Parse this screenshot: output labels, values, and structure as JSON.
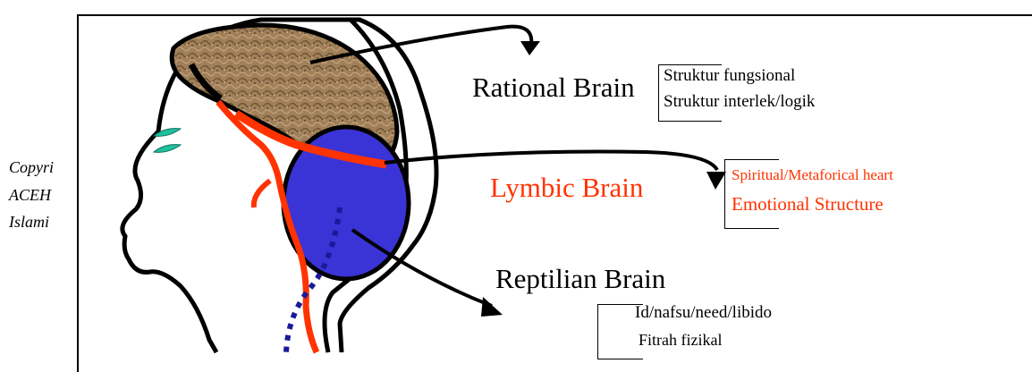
{
  "copyright": {
    "line1": "Copyri",
    "line2": "ACEH",
    "line3": "Islami"
  },
  "labels": {
    "rational": "Rational Brain",
    "lymbic": "Lymbic Brain",
    "reptilian": "Reptilian Brain"
  },
  "rational_items": [
    "Struktur fungsional",
    "Struktur interlek/logik"
  ],
  "lymbic_items": [
    "Spiritual/Metaforical heart",
    "Emotional Structure"
  ],
  "reptilian_items": [
    "Id/nafsu/need/libido",
    "Fitrah fizikal"
  ],
  "colors": {
    "cortex": "#a0805a",
    "limbic": "#3a33d6",
    "nerve": "#ff3300",
    "spine_dots": "#1a1a99",
    "eye": "#1fbf9f",
    "label_red": "#ff3300"
  }
}
